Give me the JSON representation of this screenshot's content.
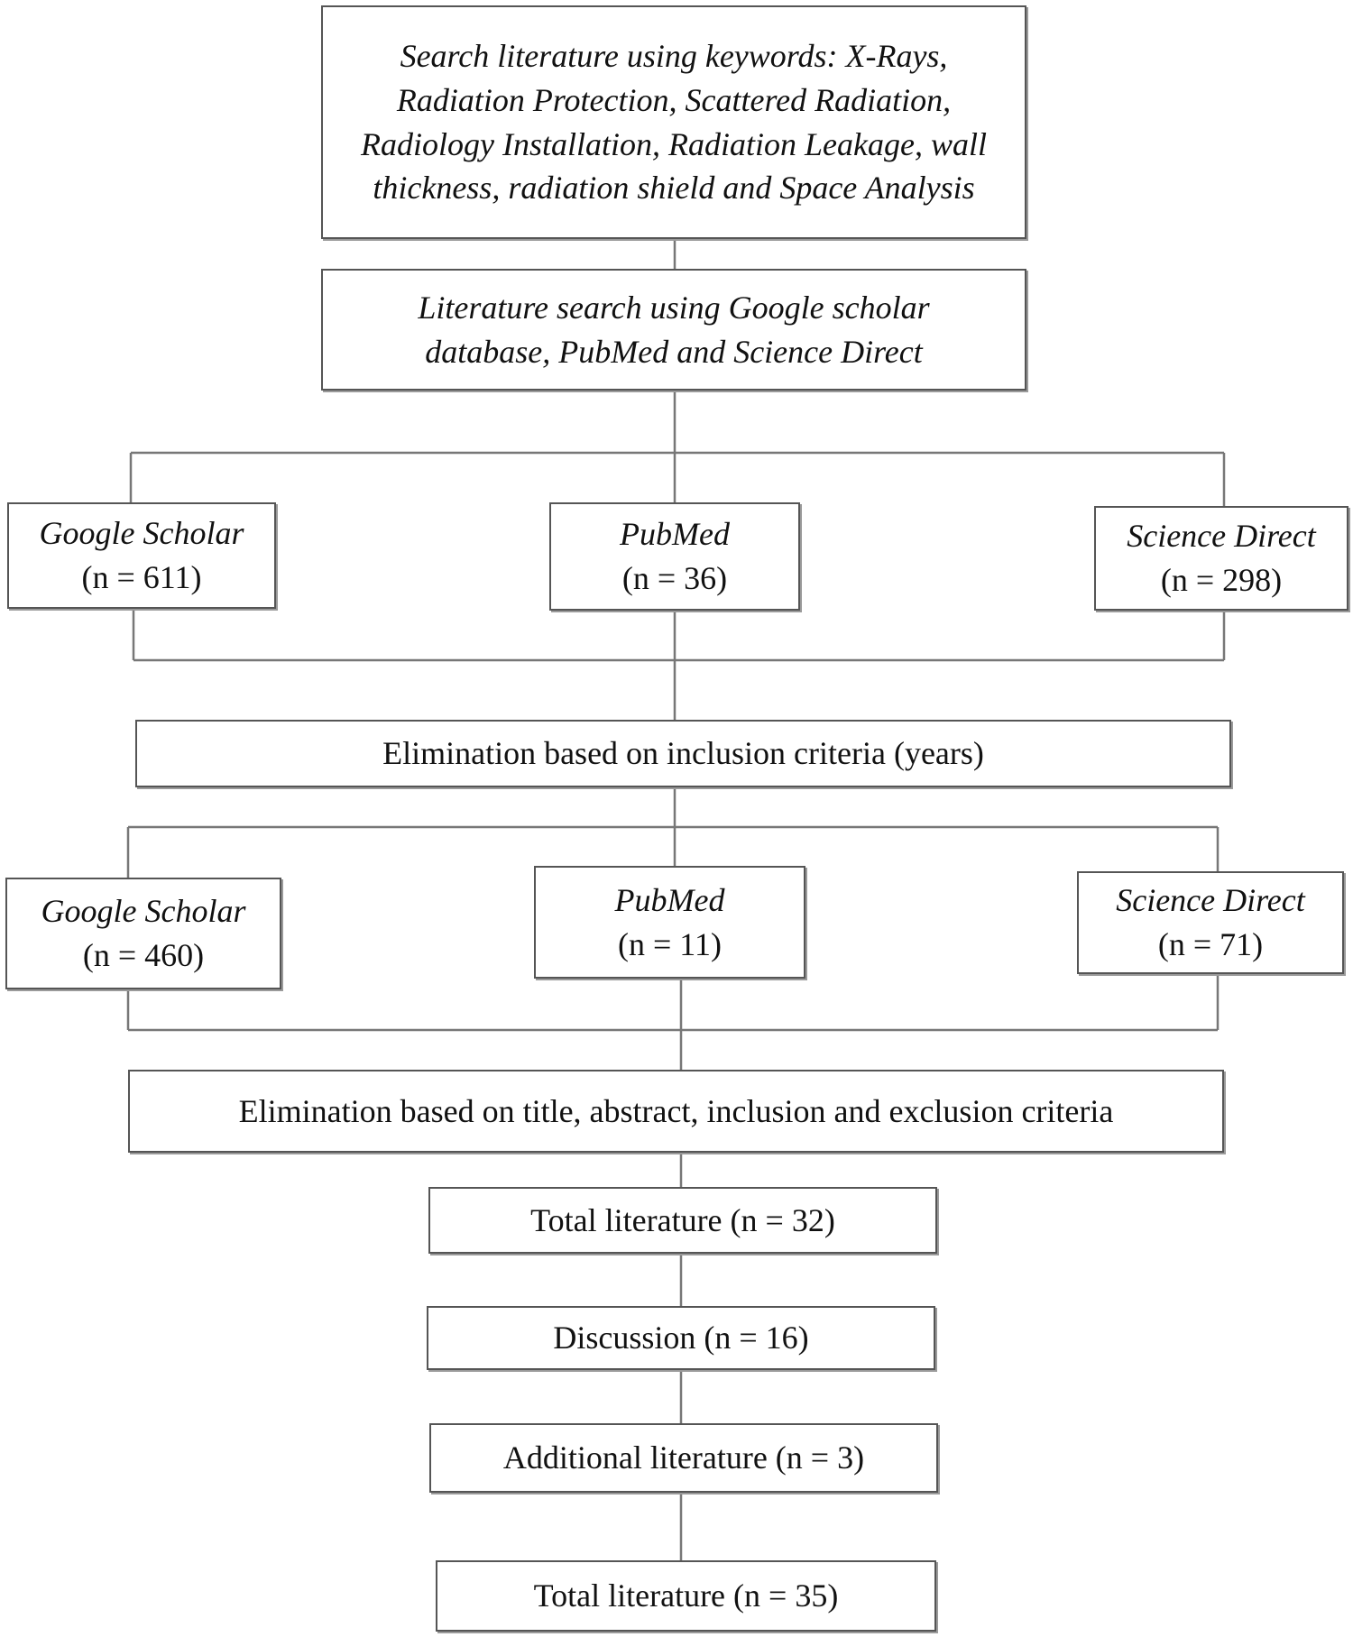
{
  "flowchart": {
    "keywords_box": {
      "text": "Search literature using keywords: X-Rays, Radiation Protection, Scattered Radiation, Radiology Installation, Radiation Leakage, wall thickness, radiation shield and Space Analysis"
    },
    "database_box": {
      "text": "Literature search using Google scholar database, PubMed and Science Direct"
    },
    "initial_results": {
      "google_scholar": {
        "name": "Google Scholar",
        "count": "(n = 611)"
      },
      "pubmed": {
        "name": "PubMed",
        "count": "(n = 36)"
      },
      "science_direct": {
        "name": "Science Direct",
        "count": "(n = 298)"
      }
    },
    "elimination_years": {
      "text": "Elimination based on inclusion criteria (years)"
    },
    "after_years": {
      "google_scholar": {
        "name": "Google Scholar",
        "count": "(n = 460)"
      },
      "pubmed": {
        "name": "PubMed",
        "count": "(n = 11)"
      },
      "science_direct": {
        "name": "Science Direct",
        "count": "(n = 71)"
      }
    },
    "elimination_criteria": {
      "text": "Elimination based on title, abstract, inclusion and exclusion criteria"
    },
    "total_literature_1": {
      "text": "Total literature (n = 32)"
    },
    "discussion": {
      "text": "Discussion (n = 16)"
    },
    "additional_literature": {
      "text": "Additional literature (n = 3)"
    },
    "total_literature_2": {
      "text": "Total literature (n = 35)"
    }
  },
  "colors": {
    "line": "#777777",
    "border": "#555555",
    "text": "#111111",
    "background": "#ffffff"
  }
}
